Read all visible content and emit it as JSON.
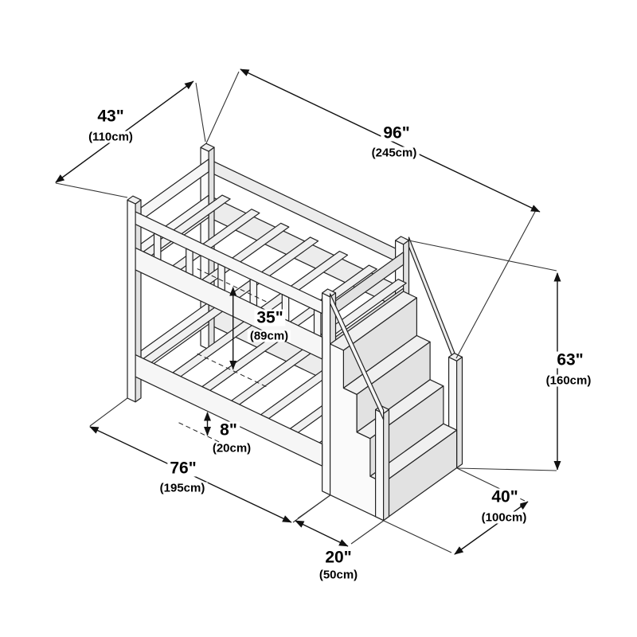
{
  "figure": {
    "subject": "bunk bed with storage staircase",
    "view": "isometric dimension diagram"
  },
  "dimensions": {
    "width": {
      "inches": "43\"",
      "cm": "(110cm)"
    },
    "length_total": {
      "inches": "96\"",
      "cm": "(245cm)"
    },
    "height": {
      "inches": "63\"",
      "cm": "(160cm)"
    },
    "staircase_depth": {
      "inches": "40\"",
      "cm": "(100cm)"
    },
    "staircase_width": {
      "inches": "20\"",
      "cm": "(50cm)"
    },
    "bed_length": {
      "inches": "76\"",
      "cm": "(195cm)"
    },
    "bunk_clearance": {
      "inches": "35\"",
      "cm": "(89cm)"
    },
    "floor_clearance": {
      "inches": "8\"",
      "cm": "(20cm)"
    }
  },
  "colors": {
    "line": "#1f1f1f",
    "fill_light": "#fafafa",
    "fill_mid": "#efefef",
    "fill_dark": "#e2e2e2",
    "background": "#ffffff"
  }
}
